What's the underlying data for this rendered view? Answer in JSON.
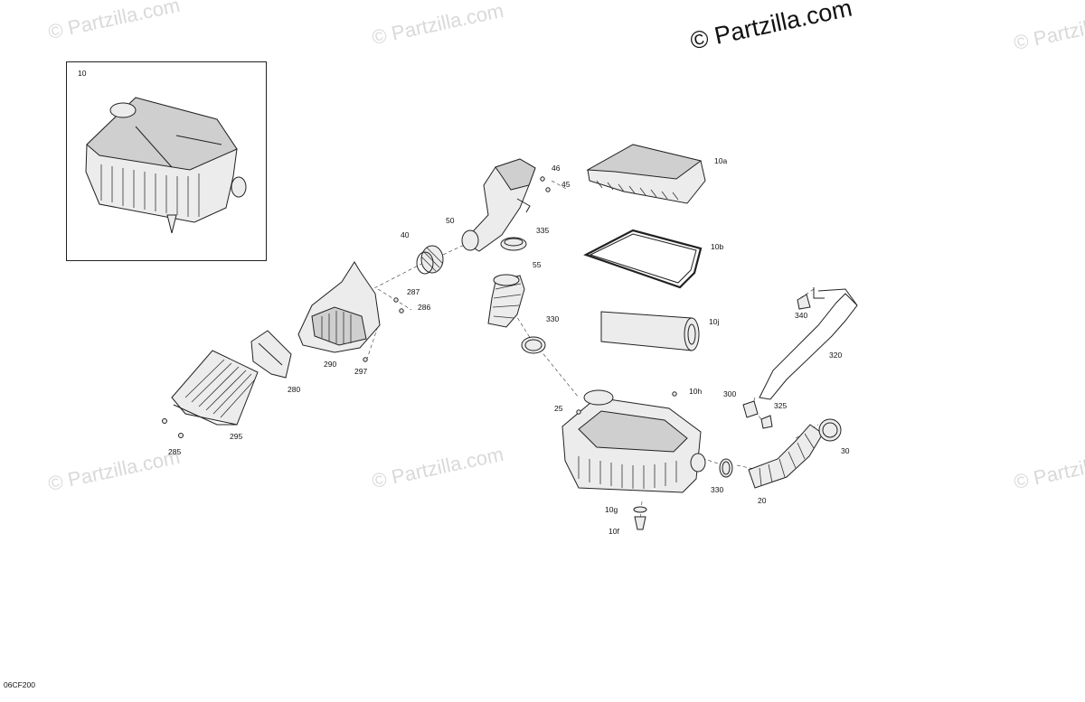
{
  "watermarks": {
    "brand": "© Partzilla.com",
    "faint": "© Partzilla.com"
  },
  "diagram_code": "06CF200",
  "inset": {
    "label": "10"
  },
  "callouts": {
    "c10a": "10a",
    "c10b": "10b",
    "c10j": "10j",
    "c10h": "10h",
    "c10g": "10g",
    "c10f": "10f",
    "c20": "20",
    "c25": "25",
    "c30": "30",
    "c40": "40",
    "c45": "45",
    "c46": "46",
    "c50": "50",
    "c55": "55",
    "c280": "280",
    "c285": "285",
    "c286": "286",
    "c287": "287",
    "c290": "290",
    "c295": "295",
    "c297": "297",
    "c300": "300",
    "c320": "320",
    "c325": "325",
    "c330a": "330",
    "c330b": "330",
    "c335": "335",
    "c340": "340"
  }
}
